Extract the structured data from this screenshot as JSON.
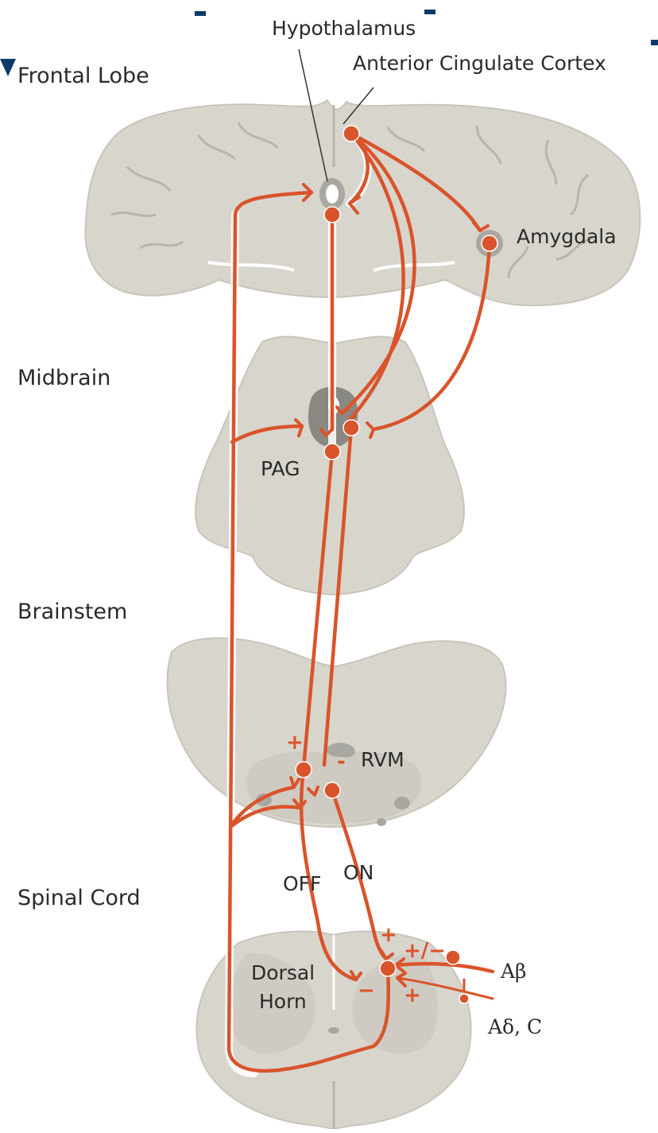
{
  "labels": {
    "hypothalamus": "Hypothalamus",
    "acc": "Anterior Cingulate Cortex",
    "frontal_lobe": "Frontal Lobe",
    "amygdala": "Amygdala",
    "midbrain": "Midbrain",
    "pag": "PAG",
    "brainstem": "Brainstem",
    "rvm": "RVM",
    "off": "OFF",
    "on": "ON",
    "spinal_cord": "Spinal Cord",
    "dorsal": "Dorsal",
    "horn": "Horn",
    "a_beta": "Aβ",
    "a_delta_c": "Aδ, C"
  },
  "signs": {
    "rvm_plus": "+",
    "rvm_minus": "-",
    "dh_plus_top": "+",
    "dh_plus_minus": "+/−",
    "dh_minus": "−",
    "dh_plus_bottom": "+"
  },
  "colors": {
    "fiber": "#d9542b",
    "tissue": "#d8d5cd",
    "nucleus": "#8a8883",
    "brand_mark": "#0d3a6b"
  }
}
